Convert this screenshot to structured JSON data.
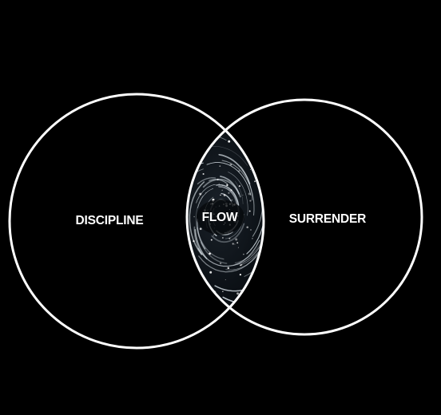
{
  "diagram": {
    "type": "venn",
    "sets": [
      {
        "id": "left",
        "label": "DISCIPLINE"
      },
      {
        "id": "right",
        "label": "SURRENDER"
      }
    ],
    "intersection": {
      "label": "FLOW",
      "fill": "swirling light streaks on dark texture"
    }
  },
  "colors": {
    "background": "#000000",
    "stroke": "#ffffff",
    "text": "#ffffff",
    "lens_dark": "#0b0f14",
    "lens_streak": "#dfe8ee"
  }
}
